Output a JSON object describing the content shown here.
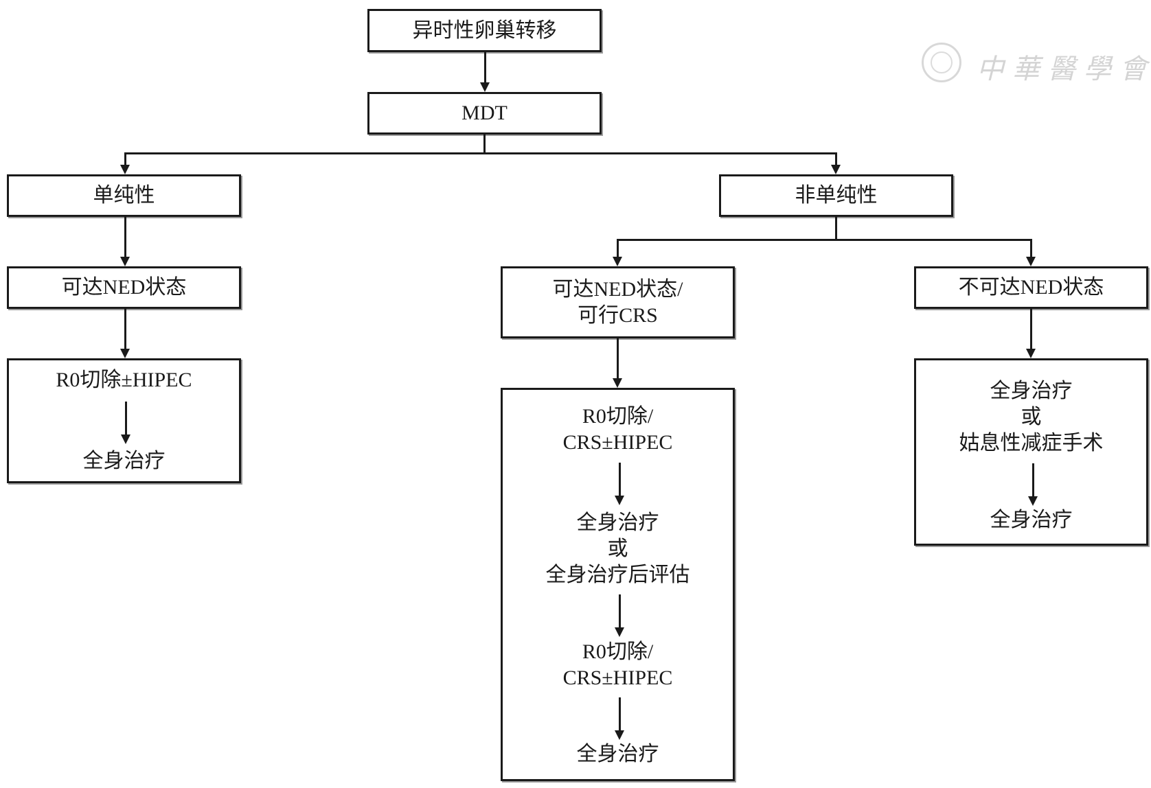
{
  "logo": {
    "text": "中華醫學會"
  },
  "nodes": {
    "root": "异时性卵巢转移",
    "mdt": "MDT",
    "simple": "单纯性",
    "nonsimple": "非单纯性",
    "simple_ned": "可达NED状态",
    "simple_treat": {
      "line1": "R0切除±HIPEC",
      "line2": "全身治疗"
    },
    "ned_crs": {
      "line1": "可达NED状态/",
      "line2": "可行CRS"
    },
    "no_ned": "不可达NED状态",
    "crs_treat": {
      "step1_line1": "R0切除/",
      "step1_line2": "CRS±HIPEC",
      "step2_line1": "全身治疗",
      "step2_line2": "或",
      "step2_line3": "全身治疗后评估",
      "step3_line1": "R0切除/",
      "step3_line2": "CRS±HIPEC",
      "step4_line1": "全身治疗"
    },
    "no_ned_treat": {
      "step1_line1": "全身治疗",
      "step1_line2": "或",
      "step1_line3": "姑息性减症手术",
      "step2_line1": "全身治疗"
    }
  }
}
